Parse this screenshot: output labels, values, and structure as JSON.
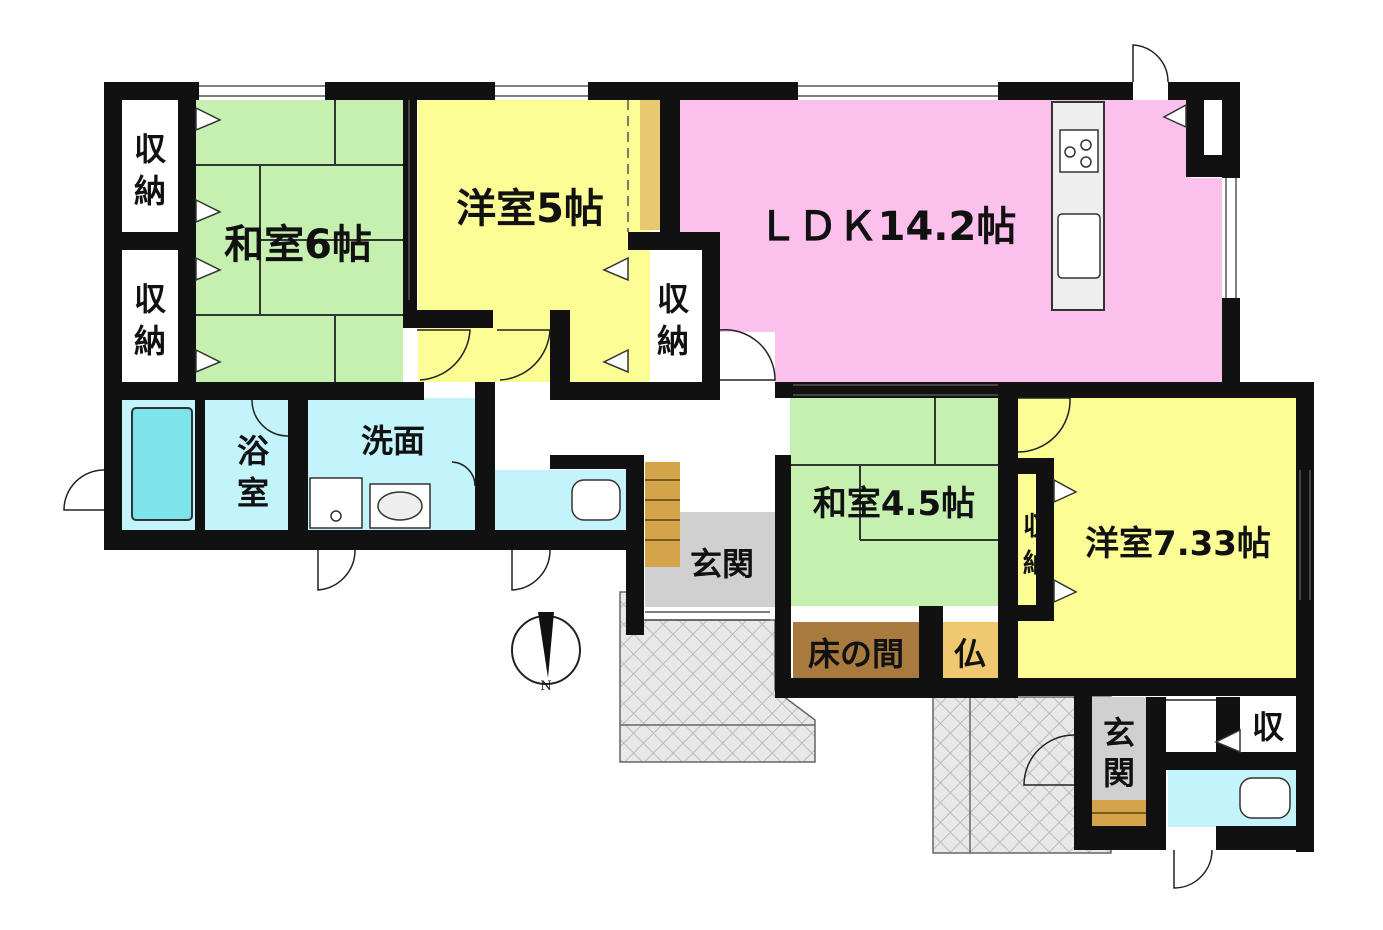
{
  "plan": {
    "colors": {
      "wall": "#111111",
      "japanese_room": "#c6f0b0",
      "western_room": "#fdfd96",
      "ldk": "#fcc0ec",
      "wet_area": "#c4f4fb",
      "storage": "#ffffff",
      "entrance": "#d0d0d0",
      "tokonoma": "#a87a3e",
      "butsuma": "#f0c870",
      "porch": "#e4e4e4",
      "step": "#d4a44a"
    },
    "rooms": {
      "washitsu6": "和室6帖",
      "yoshitsu5": "洋室5帖",
      "ldk": "ＬＤＫ14.2帖",
      "washitsu45": "和室4.5帖",
      "yoshitsu733": "洋室7.33帖",
      "yokushitsu_1": "浴",
      "yokushitsu_2": "室",
      "senmen": "洗面",
      "genkan": "玄関",
      "genkan2_1": "玄",
      "genkan2_2": "関",
      "tokonoma": "床の間",
      "butsuma": "仏",
      "storage_1": "収",
      "storage_2": "納",
      "storage_small": "収"
    },
    "compass": {
      "north_label": "N",
      "icon": "north-arrow-icon"
    }
  }
}
